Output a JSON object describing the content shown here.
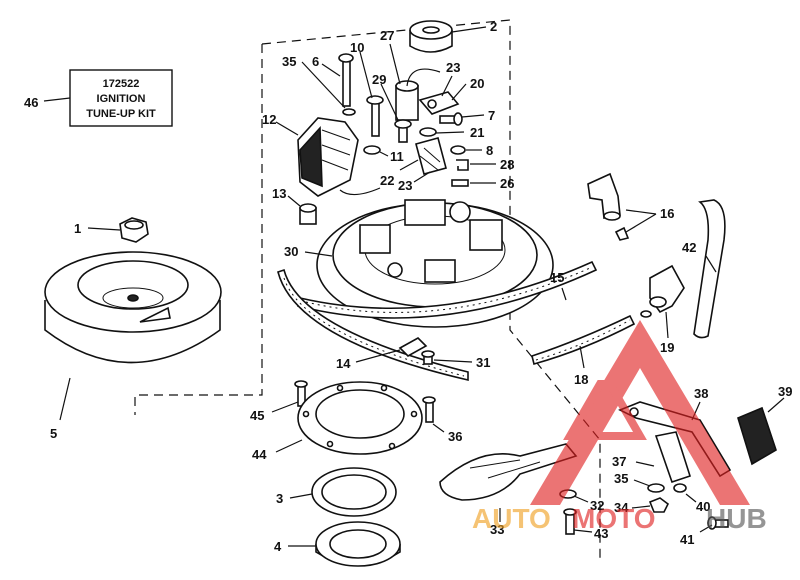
{
  "kit": {
    "label": "46",
    "line1": "172522",
    "line2": "IGNITION",
    "line3": "TUNE-UP KIT"
  },
  "watermark": {
    "part1": "AUTO",
    "part2": "MOTO",
    "part3": "HUB",
    "color_red": "#e02020",
    "color_orange": "#f0a020",
    "color_gray": "#555555"
  },
  "callouts": [
    "1",
    "2",
    "3",
    "4",
    "5",
    "6",
    "7",
    "8",
    "10",
    "11",
    "12",
    "13",
    "14",
    "15",
    "16",
    "18",
    "19",
    "20",
    "21",
    "22",
    "23",
    "23",
    "26",
    "27",
    "28",
    "29",
    "30",
    "31",
    "32",
    "33",
    "34",
    "35",
    "35",
    "36",
    "37",
    "38",
    "39",
    "40",
    "41",
    "42",
    "43",
    "44",
    "45"
  ]
}
